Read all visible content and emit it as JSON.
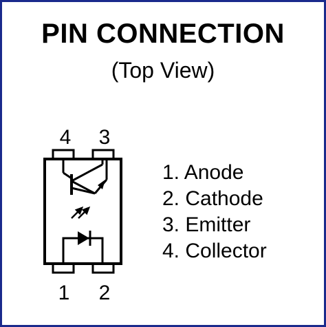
{
  "title": "PIN CONNECTION",
  "subtitle": "(Top View)",
  "pins_top": [
    "4",
    "3"
  ],
  "pins_bottom": [
    "1",
    "2"
  ],
  "pin_list": [
    "1. Anode",
    "2. Cathode",
    "3. Emitter",
    "4. Collector"
  ],
  "colors": {
    "border": "#1a2a8c",
    "ink": "#000000",
    "background": "#ffffff"
  }
}
